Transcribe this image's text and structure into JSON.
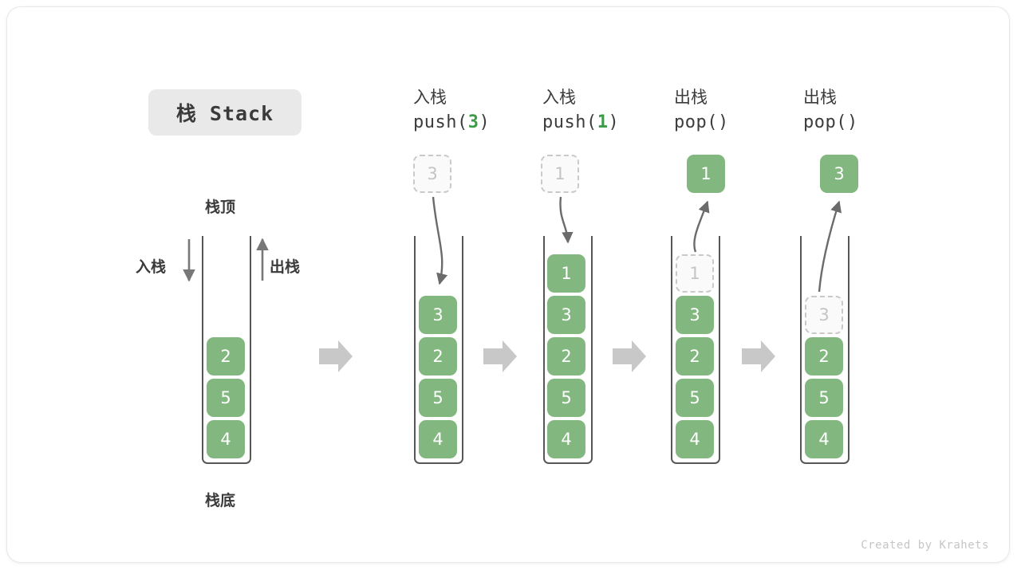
{
  "title": {
    "chip_label": "栈 Stack"
  },
  "legend": {
    "top_label": "栈顶",
    "bottom_label": "栈底",
    "push_label": "入栈",
    "pop_label": "出栈"
  },
  "credit": "Created by Krahets",
  "colors": {
    "element_green": "#82b87f",
    "element_text": "#ffffff",
    "ghost_fill": "#fafafa",
    "ghost_border": "#c9c9c9",
    "ghost_text": "#c4c4c4",
    "wall": "#575757",
    "arrow_gray": "#6b6b6b",
    "block_arrow": "#c8c8c8",
    "chip_bg": "#e9e9e9",
    "code_number": "#3c9b46"
  },
  "columns": [
    {
      "id": "initial",
      "head_cn": "",
      "head_code": "",
      "stack": [
        "2",
        "5",
        "4"
      ],
      "ghost_in_stack": null,
      "external": null
    },
    {
      "id": "push-3",
      "head_cn": "入栈",
      "head_code_prefix": "push(",
      "head_code_num": "3",
      "head_code_suffix": ")",
      "stack": [
        "3",
        "2",
        "5",
        "4"
      ],
      "ghost_in_stack": null,
      "external": {
        "value": "3",
        "style": "ghost"
      }
    },
    {
      "id": "push-1",
      "head_cn": "入栈",
      "head_code_prefix": "push(",
      "head_code_num": "1",
      "head_code_suffix": ")",
      "stack": [
        "1",
        "3",
        "2",
        "5",
        "4"
      ],
      "ghost_in_stack": null,
      "external": {
        "value": "1",
        "style": "ghost"
      }
    },
    {
      "id": "pop-1",
      "head_cn": "出栈",
      "head_code_prefix": "pop(",
      "head_code_num": "",
      "head_code_suffix": ")",
      "stack": [
        "3",
        "2",
        "5",
        "4"
      ],
      "ghost_in_stack": "1",
      "external": {
        "value": "1",
        "style": "solid"
      }
    },
    {
      "id": "pop-3",
      "head_cn": "出栈",
      "head_code_prefix": "pop(",
      "head_code_num": "",
      "head_code_suffix": ")",
      "stack": [
        "2",
        "5",
        "4"
      ],
      "ghost_in_stack": "3",
      "external": {
        "value": "3",
        "style": "solid"
      }
    }
  ]
}
